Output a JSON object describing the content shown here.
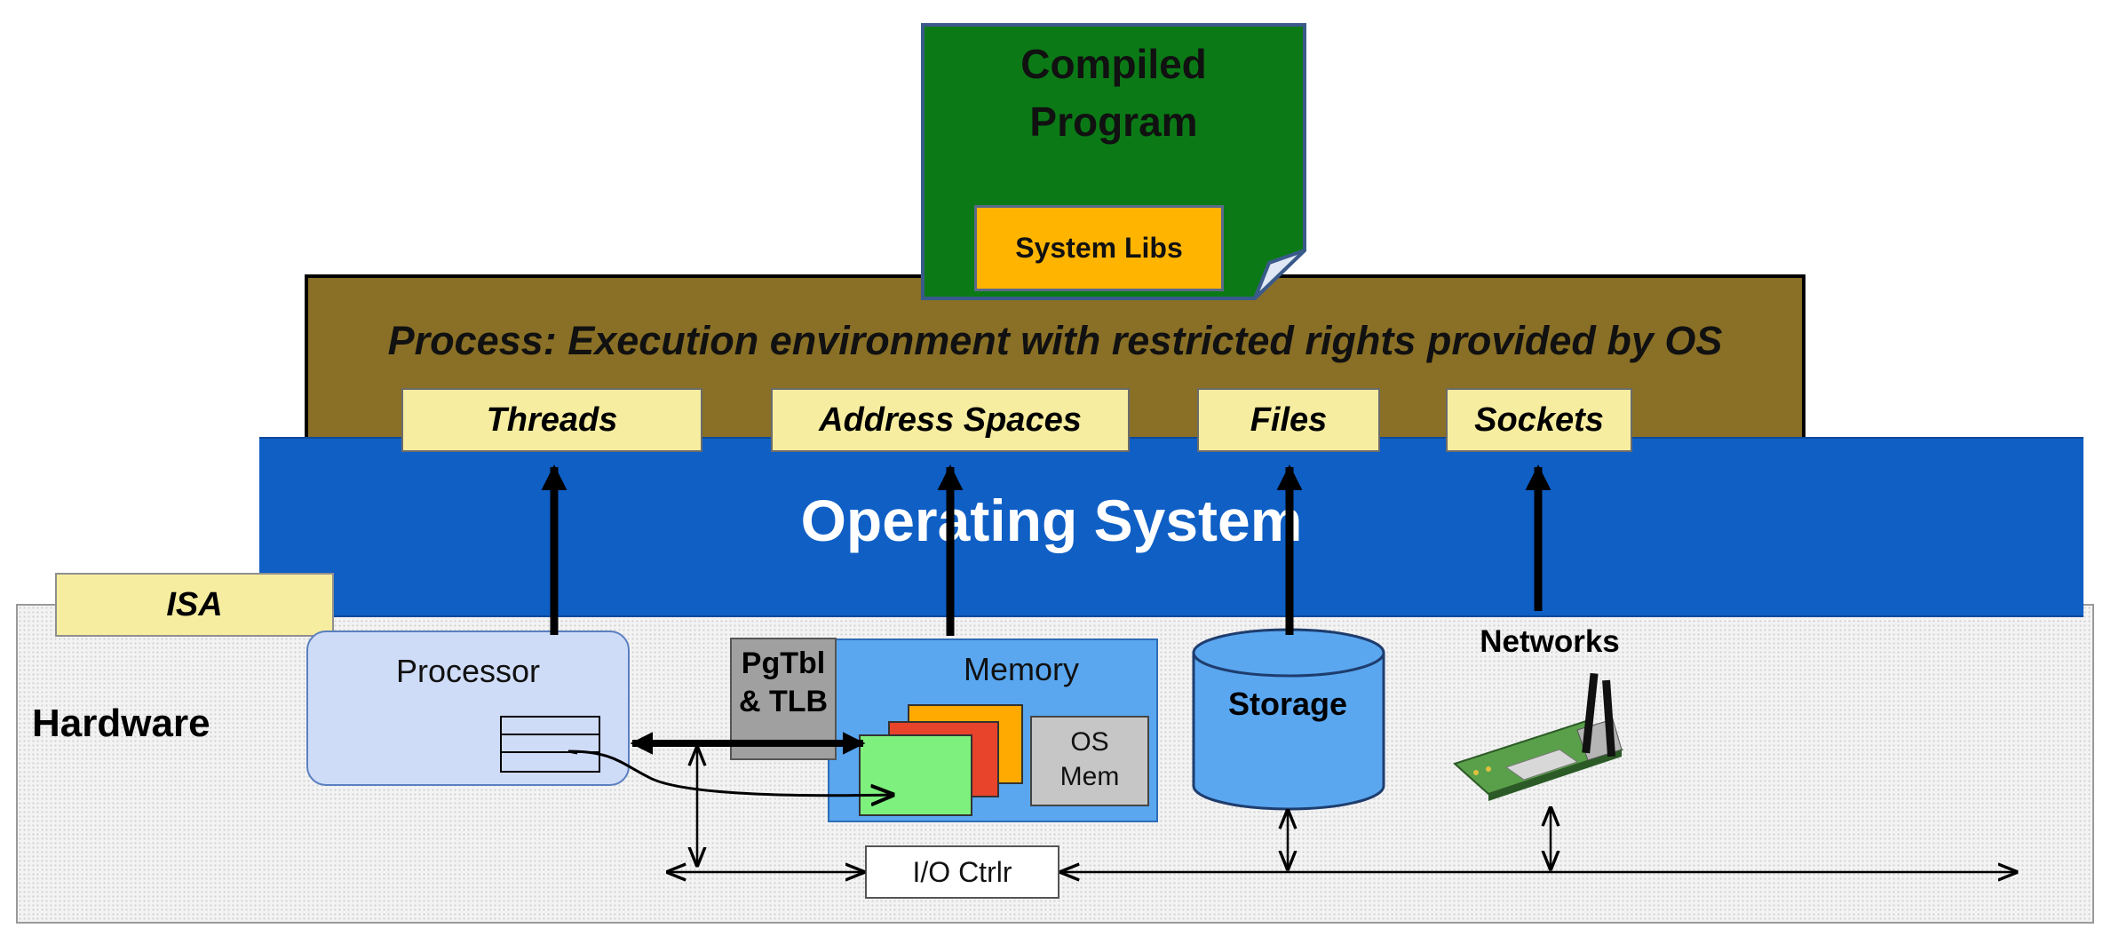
{
  "compiled_program": {
    "title_line1": "Compiled",
    "title_line2": "Program",
    "system_libs": "System Libs"
  },
  "process": {
    "caption": "Process: Execution environment with restricted rights provided by OS",
    "items": [
      "Threads",
      "Address Spaces",
      "Files",
      "Sockets"
    ]
  },
  "operating_system": {
    "title": "Operating System"
  },
  "hardware": {
    "label": "Hardware",
    "isa": "ISA",
    "processor": "Processor",
    "pgtbl_line1": "PgTbl",
    "pgtbl_line2": "& TLB",
    "memory": "Memory",
    "os_mem_line1": "OS",
    "os_mem_line2": "Mem",
    "storage": "Storage",
    "networks": "Networks",
    "io_ctrlr": "I/O Ctrlr"
  },
  "colors": {
    "program_green": "#0b7a16",
    "system_libs": "#ffb400",
    "process_band": "#8a7026",
    "item_fill": "#f6eda0",
    "os_band": "#0f5fc5",
    "processor": "#cfdcf8",
    "memory": "#5aa7f0",
    "storage": "#5aa7f0",
    "pgtbl": "#a0a0a0"
  }
}
